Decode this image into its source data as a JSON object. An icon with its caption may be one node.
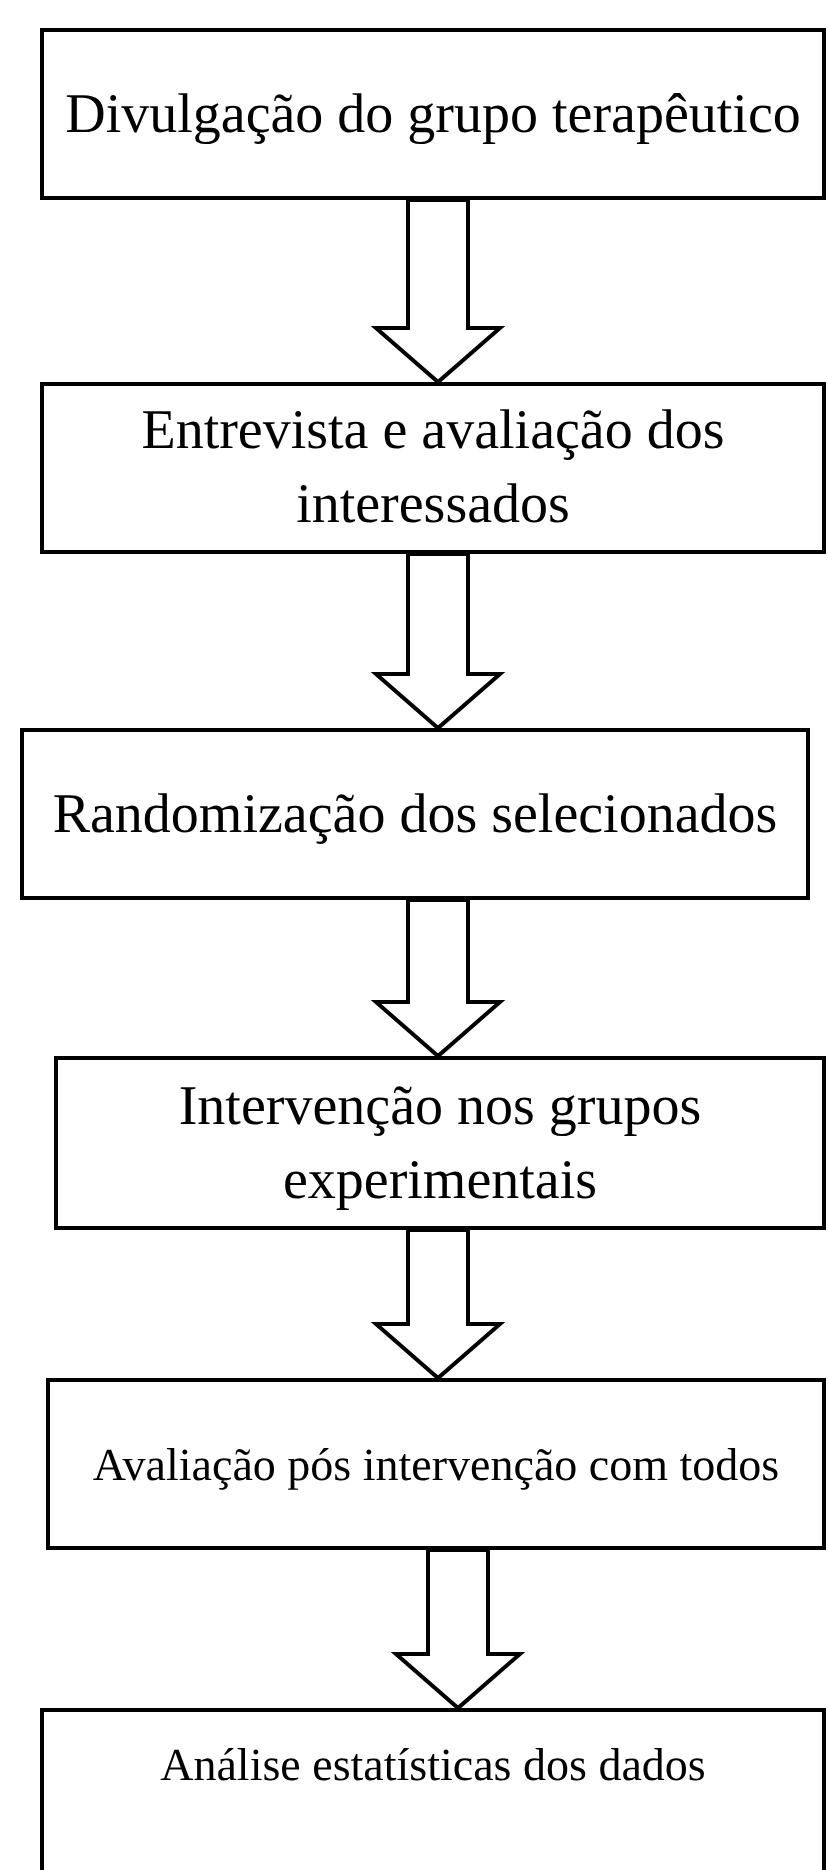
{
  "diagram": {
    "nodes": [
      {
        "text": [
          "Divulgação do grupo terapêutico"
        ]
      },
      {
        "text": [
          "Entrevista e avaliação dos interessados"
        ]
      },
      {
        "text": [
          "Randomização dos selecionados"
        ]
      },
      {
        "text": [
          "Intervenção nos grupos experimentais"
        ]
      },
      {
        "text": [
          "Avaliação pós intervenção com todos"
        ]
      },
      {
        "text": [
          "Análise estatísticas dos dados"
        ]
      }
    ],
    "edges": [
      {
        "from": 0,
        "to": 1,
        "arrow": "to"
      },
      {
        "from": 1,
        "to": 2,
        "arrow": "to"
      },
      {
        "from": 2,
        "to": 3,
        "arrow": "to"
      },
      {
        "from": 3,
        "to": 4,
        "arrow": "to"
      },
      {
        "from": 4,
        "to": 5,
        "arrow": "to"
      }
    ]
  }
}
